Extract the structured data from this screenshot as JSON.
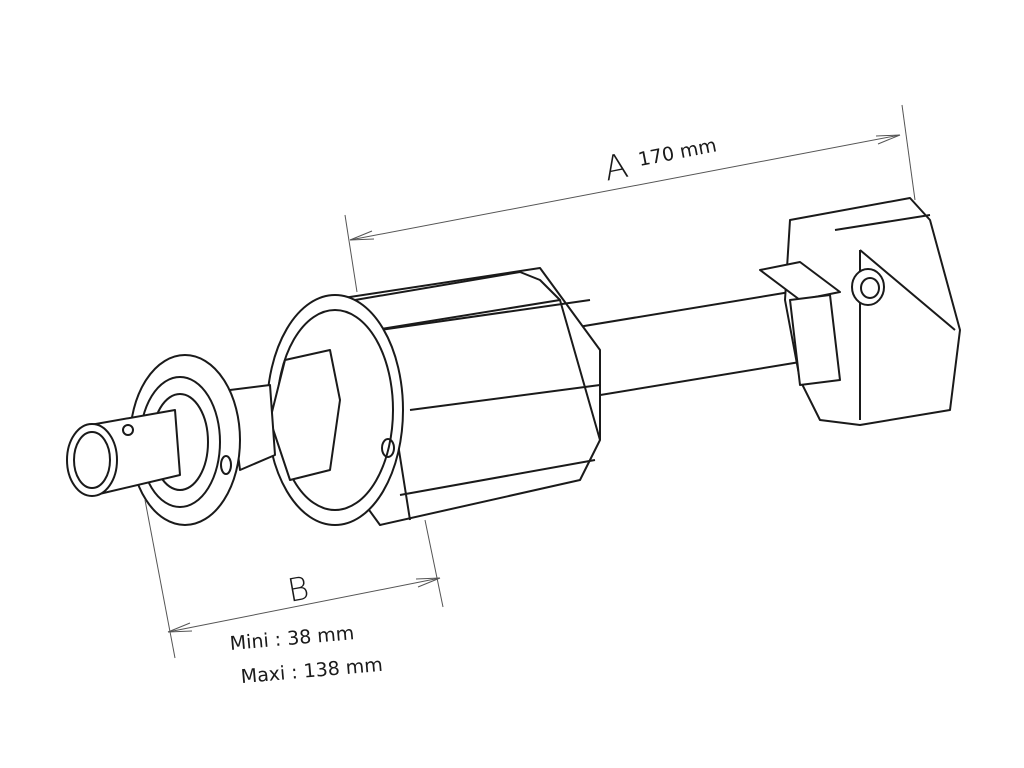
{
  "dimension_a": {
    "letter": "A",
    "value": "170 mm"
  },
  "dimension_b": {
    "letter": "B",
    "min": "Mini : 38 mm",
    "max": "Maxi : 138 mm"
  }
}
